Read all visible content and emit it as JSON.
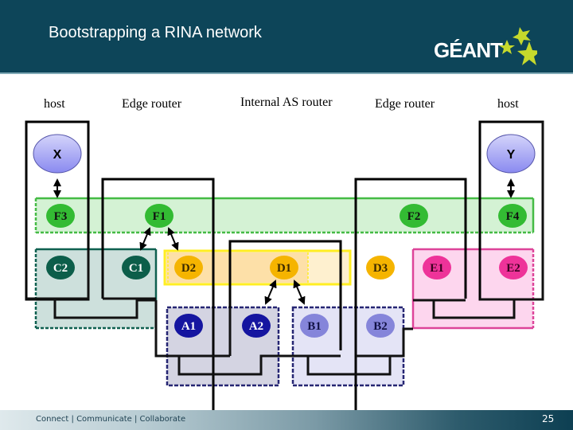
{
  "header": {
    "title": "Bootstrapping a RINA network",
    "logo_text": "GÉANT",
    "logo_icon": "stars-icon",
    "background_color": "#0d4559"
  },
  "columns": [
    {
      "label": "host"
    },
    {
      "label": "Edge router"
    },
    {
      "label": "Internal AS router"
    },
    {
      "label": "Edge router"
    },
    {
      "label": "host"
    }
  ],
  "applications": [
    {
      "id": "X",
      "label": "X"
    },
    {
      "id": "Y",
      "label": "Y"
    }
  ],
  "layers": {
    "F": {
      "color": "#3cba3c",
      "fill": "#d4f2d4",
      "nodes": [
        "F3",
        "F1",
        "F2",
        "F4"
      ]
    },
    "C": {
      "color": "#0f6050",
      "fill": "#cde0dc",
      "nodes": [
        "C2",
        "C1"
      ]
    },
    "D": {
      "color": "#ffee22",
      "fill": "#fde3b0",
      "node_color": "#f5b400",
      "nodes": [
        "D2",
        "D1",
        "D3"
      ]
    },
    "E": {
      "color": "#dd4499",
      "fill": "#fdd6ee",
      "node_color": "#ee3399",
      "nodes": [
        "E1",
        "E2"
      ]
    },
    "A": {
      "color": "#262673",
      "fill": "#d4d4e2",
      "node_color": "#1a1aa0",
      "nodes": [
        "A1",
        "A2"
      ]
    },
    "B": {
      "color": "#262673",
      "fill": "#e4e4f6",
      "node_color": "#8888dd",
      "nodes": [
        "B1",
        "B2"
      ]
    }
  },
  "nodes": {
    "F3": "F3",
    "F1": "F1",
    "F2": "F2",
    "F4": "F4",
    "C2": "C2",
    "C1": "C1",
    "D2": "D2",
    "D1": "D1",
    "D3": "D3",
    "E1": "E1",
    "E2": "E2",
    "A1": "A1",
    "A2": "A2",
    "B1": "B1",
    "B2": "B2"
  },
  "links": [
    {
      "from": "X",
      "to": "F3"
    },
    {
      "from": "Y",
      "to": "F4"
    },
    {
      "from": "F1",
      "to": "C1"
    },
    {
      "from": "F1",
      "to": "D2"
    },
    {
      "from": "D1",
      "to": "A2"
    },
    {
      "from": "D1",
      "to": "B1"
    }
  ],
  "footer": {
    "tagline": "Connect | Communicate | Collaborate",
    "page_number": "25"
  }
}
